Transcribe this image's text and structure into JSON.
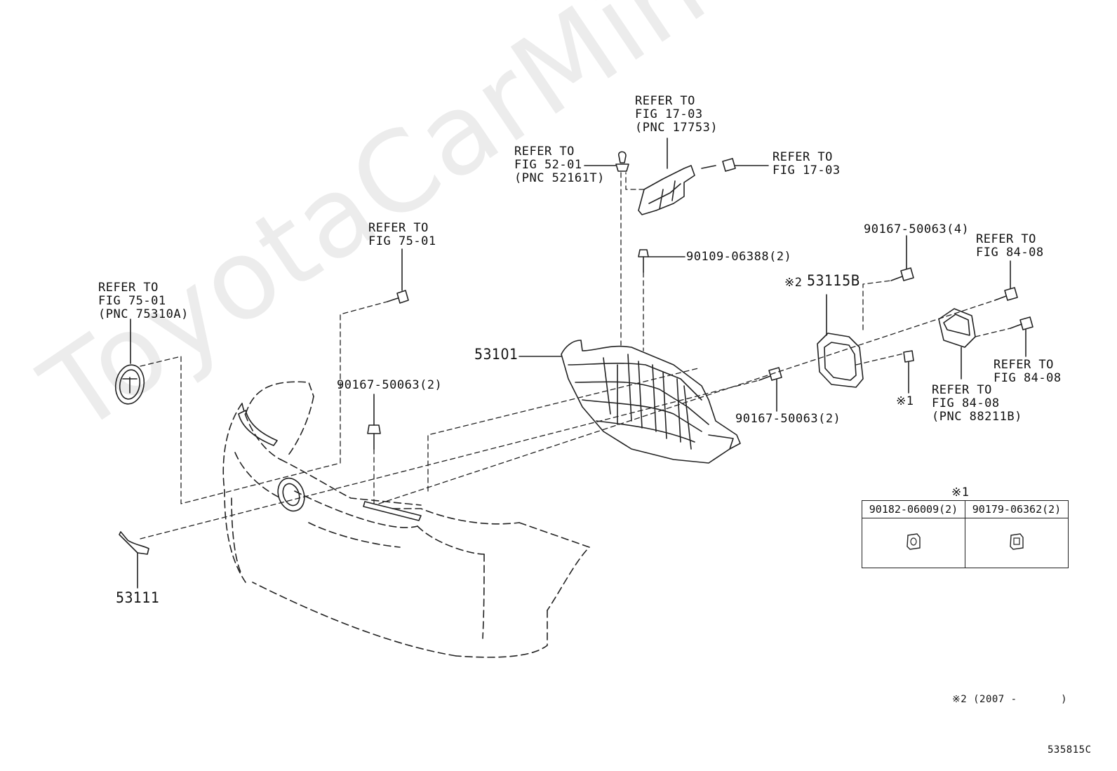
{
  "watermark": "ToyotaCarMine.ru",
  "labels": {
    "refer_75_left": "REFER TO\nFIG 75-01\n(PNC 75310A)",
    "refer_75_mid": "REFER TO\nFIG 75-01",
    "refer_52": "REFER TO\nFIG 52-01\n(PNC 52161T)",
    "refer_17_top": "REFER TO\nFIG 17-03\n(PNC 17753)",
    "refer_17_right": "REFER TO\nFIG 17-03",
    "bolt_06388": "90109-06388(2)",
    "bolt_50063_4": "90167-50063(4)",
    "refer_84_a": "REFER TO\nFIG 84-08",
    "refer_84_b": "REFER TO\nFIG 84-08",
    "refer_84_c": "REFER TO\nFIG 84-08\n(PNC 88211B)",
    "bolt_50063_2_left": "90167-50063(2)",
    "bolt_50063_2_right": "90167-50063(2)",
    "note1_marker": "※1",
    "note1_table_marker": "※1",
    "note2_prefix": "※2",
    "note2_footer": "※2 (2007 -       )",
    "diagram_code": "535815C"
  },
  "parts": {
    "p53101": "53101",
    "p53115b": "53115B",
    "p53111": "53111"
  },
  "note1_table": {
    "col1": "90182-06009(2)",
    "col2": "90179-06362(2)"
  },
  "colors": {
    "line": "#222222",
    "watermark": "#ececec"
  }
}
